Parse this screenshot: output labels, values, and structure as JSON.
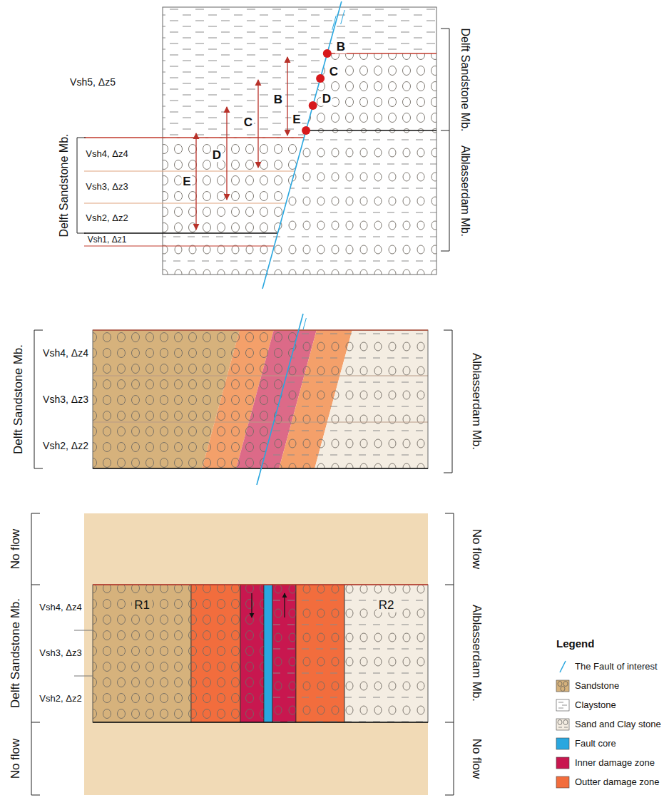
{
  "diagram": {
    "nodes": [
      {
        "text": [
          "R1"
        ]
      },
      {
        "text": [
          "R2"
        ]
      }
    ],
    "labels": [
      "Vsh5, Δz5",
      "Vsh4, Δz4",
      "Vsh3, Δz3",
      "Vsh2, Δz2",
      "Vsh1, Δz1",
      "Delft Sandstone Mb.",
      "Delft Sandstone Mb.",
      "Alblasserdam Mb.",
      "B",
      "C",
      "D",
      "E",
      "B",
      "C",
      "D",
      "E",
      "Vsh4, Δz4",
      "Vsh3, Δz3",
      "Vsh2, Δz2",
      "Delft Sandstone Mb.",
      "Alblasserdam Mb.",
      "No flow",
      "No flow",
      "No flow",
      "No flow",
      "Vsh4, Δz4",
      "Vsh3, Δz3",
      "Vsh2, Δz2",
      "Delft Sandstone Mb.",
      "Alblasserdam Mb.",
      "Legend"
    ],
    "legend": [
      {
        "text": "The Fault of interest"
      },
      {
        "text": "Sandstone"
      },
      {
        "text": "Claystone"
      },
      {
        "text": "Sand and Clay stone"
      },
      {
        "text": "Fault core",
        "color": "#2aa7df"
      },
      {
        "text": "Inner damage zone",
        "color": "#c8174f"
      },
      {
        "text": "Outter damage zone",
        "color": "#f26d3d"
      }
    ]
  }
}
